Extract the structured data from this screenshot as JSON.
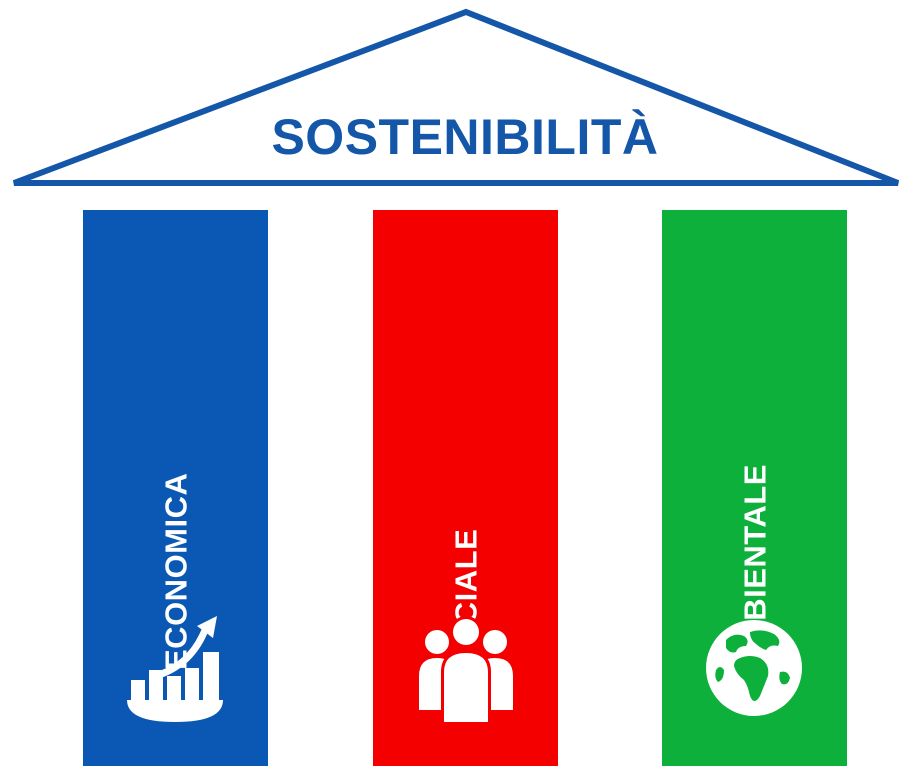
{
  "title": "SOSTENIBILITÀ",
  "colors": {
    "roof": "#1457a8",
    "economica": "#0b58b4",
    "sociale": "#f40000",
    "ambientale": "#0db03a",
    "icon": "#ffffff"
  },
  "pillars": [
    {
      "label": "ECONOMICA",
      "icon": "growth-bar-chart-icon"
    },
    {
      "label": "SOCIALE",
      "icon": "people-group-icon"
    },
    {
      "label": "AMBIENTALE",
      "icon": "earth-globe-icon"
    }
  ]
}
